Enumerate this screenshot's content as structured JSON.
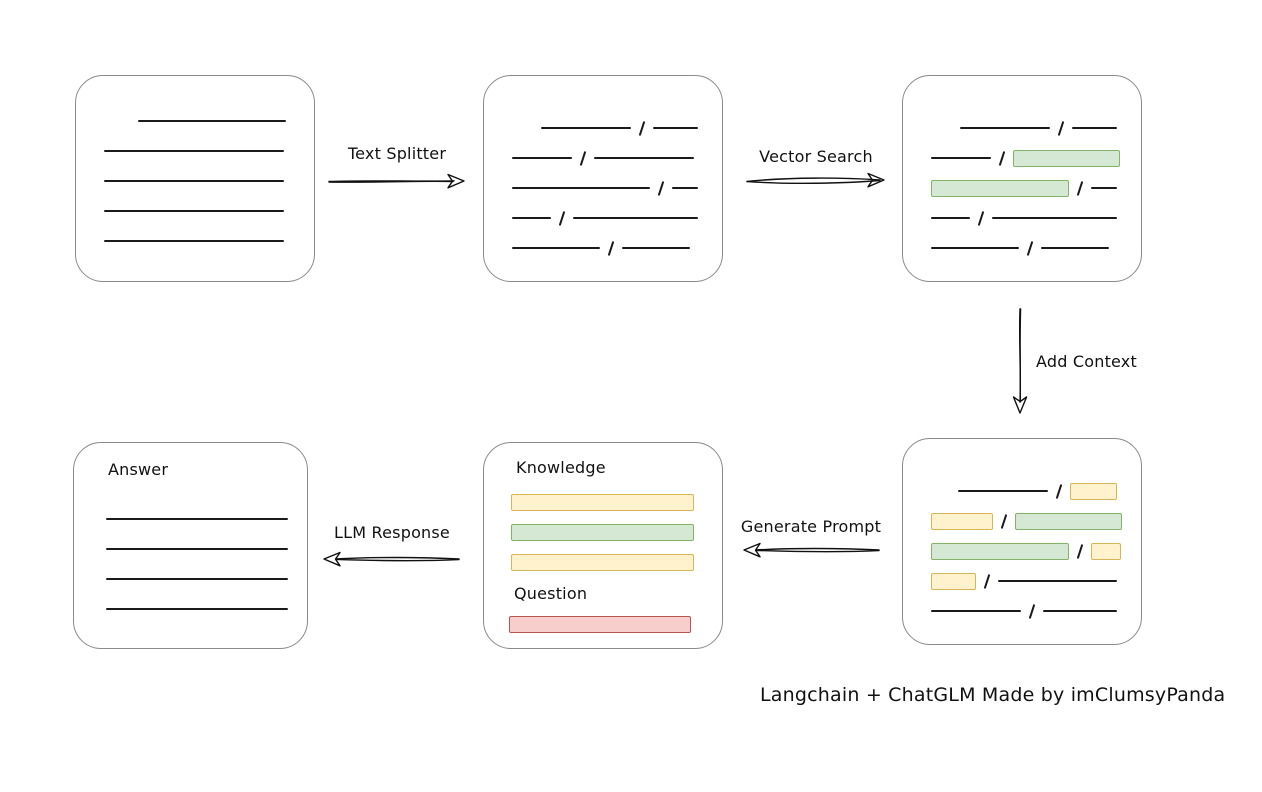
{
  "diagram": {
    "caption": "Langchain + ChatGLM Made by imClumsyPanda",
    "arrows": {
      "text_splitter": "Text Splitter",
      "vector_search": "Vector Search",
      "add_context": "Add Context",
      "generate_prompt": "Generate Prompt",
      "llm_response": "LLM Response"
    },
    "labels": {
      "knowledge": "Knowledge",
      "question": "Question",
      "answer": "Answer"
    },
    "colors": {
      "line": "#1a1a1a",
      "box_border": "#8a8a8a",
      "green_fill": "#d5e8d4",
      "green_border": "#82b366",
      "yellow_fill": "#fff2cc",
      "yellow_border": "#d6b656",
      "red_fill": "#f8cecc",
      "red_border": "#b85450"
    },
    "boxes": {
      "document": {
        "rows": [
          {
            "indent": 34,
            "segs": [
              [
                "line",
                148
              ]
            ]
          },
          {
            "indent": 0,
            "segs": [
              [
                "line",
                180
              ]
            ]
          },
          {
            "indent": 0,
            "segs": [
              [
                "line",
                180
              ]
            ]
          },
          {
            "indent": 0,
            "segs": [
              [
                "line",
                180
              ]
            ]
          },
          {
            "indent": 0,
            "segs": [
              [
                "line",
                180
              ]
            ]
          }
        ]
      },
      "split": {
        "rows": [
          {
            "indent": 29,
            "segs": [
              [
                "line",
                90
              ],
              [
                "slash"
              ],
              [
                "line",
                45
              ]
            ]
          },
          {
            "indent": 0,
            "segs": [
              [
                "line",
                60
              ],
              [
                "slash"
              ],
              [
                "line",
                100
              ]
            ]
          },
          {
            "indent": 0,
            "segs": [
              [
                "line",
                138
              ],
              [
                "slash"
              ],
              [
                "line",
                26
              ]
            ]
          },
          {
            "indent": 0,
            "segs": [
              [
                "line",
                39
              ],
              [
                "slash"
              ],
              [
                "line",
                125
              ]
            ]
          },
          {
            "indent": 0,
            "segs": [
              [
                "line",
                88
              ],
              [
                "slash"
              ],
              [
                "line",
                68
              ]
            ]
          }
        ]
      },
      "vector": {
        "rows": [
          {
            "indent": 29,
            "segs": [
              [
                "line",
                90
              ],
              [
                "slash"
              ],
              [
                "line",
                45
              ]
            ]
          },
          {
            "indent": 0,
            "segs": [
              [
                "line",
                60
              ],
              [
                "slash"
              ],
              [
                "green",
                107
              ]
            ]
          },
          {
            "indent": 0,
            "segs": [
              [
                "green",
                138
              ],
              [
                "slash"
              ],
              [
                "line",
                26
              ]
            ]
          },
          {
            "indent": 0,
            "segs": [
              [
                "line",
                39
              ],
              [
                "slash"
              ],
              [
                "line",
                125
              ]
            ]
          },
          {
            "indent": 0,
            "segs": [
              [
                "line",
                88
              ],
              [
                "slash"
              ],
              [
                "line",
                68
              ]
            ]
          }
        ]
      },
      "context": {
        "rows": [
          {
            "indent": 27,
            "segs": [
              [
                "line",
                90
              ],
              [
                "slash"
              ],
              [
                "yellow",
                47
              ]
            ]
          },
          {
            "indent": 0,
            "segs": [
              [
                "yellow",
                62
              ],
              [
                "slash"
              ],
              [
                "green",
                107
              ]
            ]
          },
          {
            "indent": 0,
            "segs": [
              [
                "green",
                138
              ],
              [
                "slash"
              ],
              [
                "yellow",
                30
              ]
            ]
          },
          {
            "indent": 0,
            "segs": [
              [
                "yellow",
                45
              ],
              [
                "slash"
              ],
              [
                "line",
                119
              ]
            ]
          },
          {
            "indent": 0,
            "segs": [
              [
                "line",
                90
              ],
              [
                "slash"
              ],
              [
                "line",
                74
              ]
            ]
          }
        ]
      },
      "prompt": {
        "knowledge_bars": [
          {
            "indent": 0,
            "segs": [
              [
                "yellow",
                183
              ]
            ]
          },
          {
            "indent": 0,
            "segs": [
              [
                "green",
                183
              ]
            ]
          },
          {
            "indent": 0,
            "segs": [
              [
                "yellow",
                183
              ]
            ]
          }
        ],
        "question_bar": [
          {
            "indent": 0,
            "segs": [
              [
                "red",
                182
              ]
            ]
          }
        ]
      },
      "answer": {
        "rows": [
          {
            "indent": 0,
            "segs": [
              [
                "line",
                182
              ]
            ]
          },
          {
            "indent": 0,
            "segs": [
              [
                "line",
                182
              ]
            ]
          },
          {
            "indent": 0,
            "segs": [
              [
                "line",
                182
              ]
            ]
          },
          {
            "indent": 0,
            "segs": [
              [
                "line",
                182
              ]
            ]
          }
        ]
      }
    }
  }
}
